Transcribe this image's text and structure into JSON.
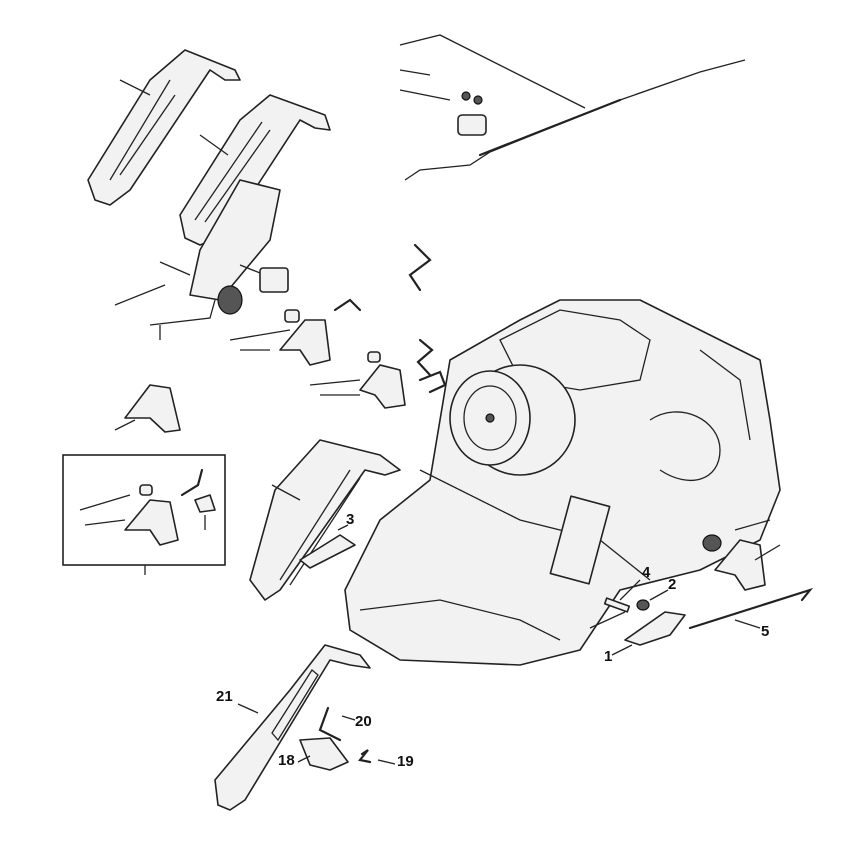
{
  "diagram": {
    "callouts": [
      {
        "id": "1",
        "label": "1"
      },
      {
        "id": "2",
        "label": "2"
      },
      {
        "id": "3",
        "label": "3"
      },
      {
        "id": "4",
        "label": "4"
      },
      {
        "id": "5",
        "label": "5"
      },
      {
        "id": "18",
        "label": "18"
      },
      {
        "id": "19",
        "label": "19"
      },
      {
        "id": "20",
        "label": "20"
      },
      {
        "id": "21",
        "label": "21"
      }
    ]
  }
}
